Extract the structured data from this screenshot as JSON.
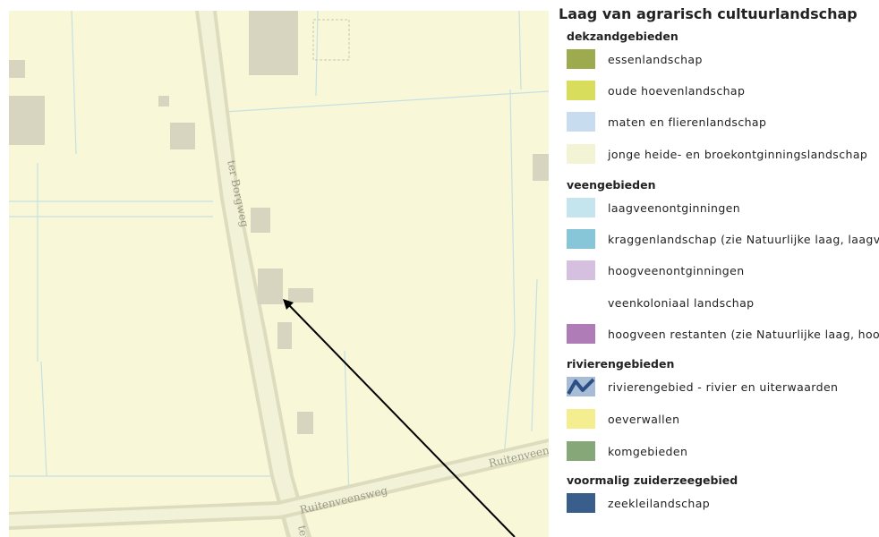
{
  "map": {
    "road_labels": [
      "ter Borgweg",
      "Ruitenveensweg",
      "Ruitenveensweg",
      "ter"
    ],
    "colors": {
      "land": "#f8f8d8",
      "field_line": "#c6e0e2",
      "road": "#f2f2d9",
      "road_edge": "#dedcbf",
      "building": "#d7d5bf",
      "arrow": "#000000"
    }
  },
  "legend": {
    "title": "Laag van agrarisch cultuurlandschap",
    "sections": [
      {
        "name": "dekzandgebieden",
        "items": [
          {
            "label": "essenlandschap",
            "color": "#9daa4e"
          },
          {
            "label": "oude hoevenlandschap",
            "color": "#d8dd5c"
          },
          {
            "label": "maten en flierenlandschap",
            "color": "#c8dcf0"
          },
          {
            "label": "jonge heide- en broekontginningslandschap",
            "color": "#f3f4d6"
          }
        ]
      },
      {
        "name": "veengebieden",
        "items": [
          {
            "label": "laagveenontginningen",
            "color": "#c4e4ee"
          },
          {
            "label": "kraggenlandschap (zie Natuurlijke laag, laagveen)",
            "color": "#86c6d8"
          },
          {
            "label": "hoogveenontginningen",
            "color": "#d6c0e0"
          },
          {
            "label": "veenkoloniaal landschap",
            "color": "#ffffff"
          },
          {
            "label": "hoogveen restanten (zie Natuurlijke laag, hoogveen)",
            "color": "#b07cb8"
          }
        ]
      },
      {
        "name": "rivierengebieden",
        "items": [
          {
            "label": "rivierengebied - rivier en uiterwaarden",
            "color": "#a8bcd8",
            "icon": "river-line-icon"
          },
          {
            "label": "oeverwallen",
            "color": "#f4ee90"
          },
          {
            "label": "komgebieden",
            "color": "#86a878"
          }
        ]
      },
      {
        "name": "voormalig zuiderzeegebied",
        "items": [
          {
            "label": "zeekleilandschap",
            "color": "#3a5e8c"
          }
        ]
      }
    ]
  }
}
